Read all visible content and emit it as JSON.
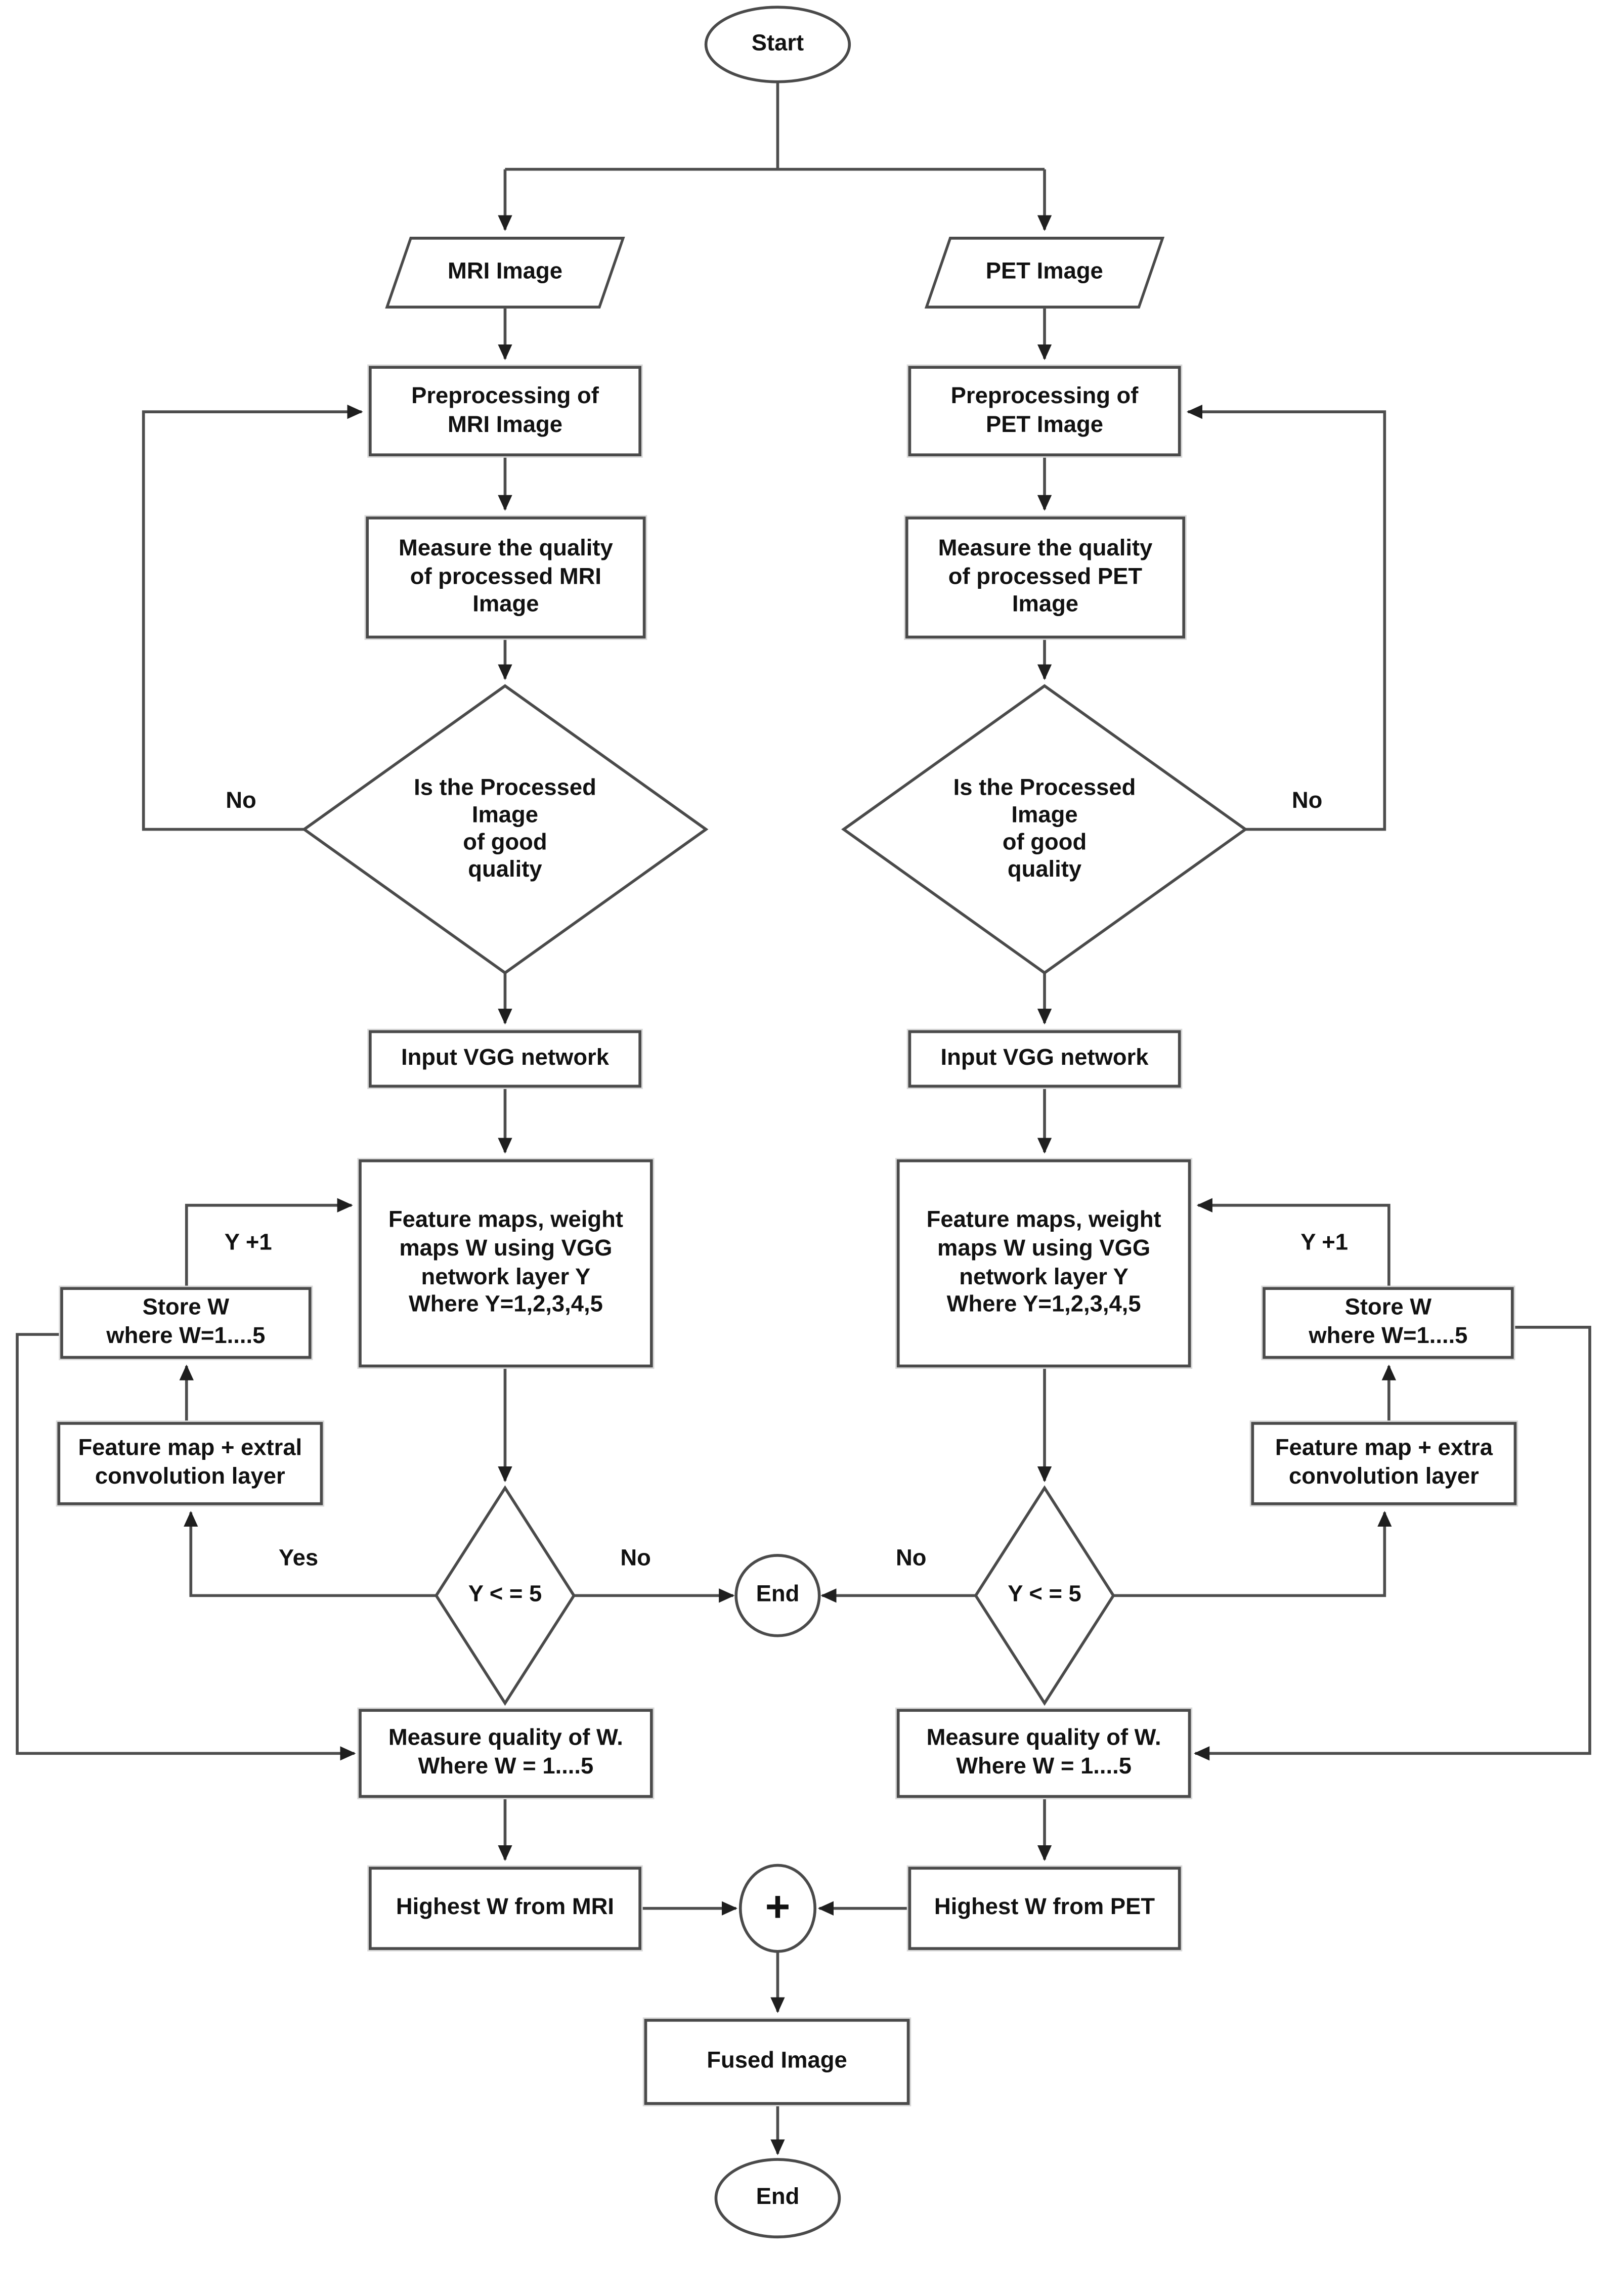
{
  "diagram": {
    "type": "flowchart",
    "colors": {
      "background": "#ffffff",
      "line": "#4d4d4d",
      "border": "#4a4a4a",
      "text": "#111111"
    },
    "nodes": {
      "start": {
        "shape": "terminator",
        "label": "Start"
      },
      "mri_input": {
        "shape": "parallelogram",
        "label": "MRI Image"
      },
      "pet_input": {
        "shape": "parallelogram",
        "label": "PET Image"
      },
      "preprocess_mri": {
        "shape": "process",
        "label": "Preprocessing of\nMRI Image"
      },
      "preprocess_pet": {
        "shape": "process",
        "label": "Preprocessing of\nPET Image"
      },
      "measure_mri": {
        "shape": "process",
        "label": "Measure the quality\nof processed MRI\nImage"
      },
      "measure_pet": {
        "shape": "process",
        "label": "Measure the quality\nof processed PET\nImage"
      },
      "quality_decision_mri": {
        "shape": "decision",
        "label": "Is the Processed\nImage\nof good\nquality"
      },
      "quality_decision_pet": {
        "shape": "decision",
        "label": "Is the Processed\nImage\nof good\nquality"
      },
      "input_vgg_mri": {
        "shape": "process",
        "label": "Input VGG network"
      },
      "input_vgg_pet": {
        "shape": "process",
        "label": "Input VGG network"
      },
      "feature_maps_mri": {
        "shape": "process",
        "label": "Feature maps, weight\nmaps W using VGG\nnetwork layer Y\nWhere Y=1,2,3,4,5"
      },
      "feature_maps_pet": {
        "shape": "process",
        "label": "Feature maps, weight\nmaps W using VGG\nnetwork layer Y\nWhere Y=1,2,3,4,5"
      },
      "store_w_mri": {
        "shape": "process",
        "label": "Store W\nwhere W=1....5"
      },
      "store_w_pet": {
        "shape": "process",
        "label": "Store W\nwhere W=1....5"
      },
      "extra_conv_mri": {
        "shape": "process",
        "label": "Feature map + extral\nconvolution layer"
      },
      "extra_conv_pet": {
        "shape": "process",
        "label": "Feature map + extra\nconvolution layer"
      },
      "y_decision_mri": {
        "shape": "decision",
        "label": "Y < = 5"
      },
      "y_decision_pet": {
        "shape": "decision",
        "label": "Y < = 5"
      },
      "end_middle": {
        "shape": "terminator",
        "label": "End"
      },
      "measure_w_mri": {
        "shape": "process",
        "label": "Measure quality of W.\nWhere W = 1....5"
      },
      "measure_w_pet": {
        "shape": "process",
        "label": "Measure quality of W.\nWhere W = 1....5"
      },
      "highest_w_mri": {
        "shape": "process",
        "label": "Highest W from MRI"
      },
      "highest_w_pet": {
        "shape": "process",
        "label": "Highest W from PET"
      },
      "fusion_plus": {
        "shape": "summing-junction",
        "label": "+"
      },
      "fused_image": {
        "shape": "process",
        "label": "Fused Image"
      },
      "end_bottom": {
        "shape": "terminator",
        "label": "End"
      }
    },
    "edge_labels": {
      "no_loop_mri": "No",
      "no_loop_pet": "No",
      "y_plus_1_mri": "Y +1",
      "y_plus_1_pet": "Y +1",
      "yes_mri": "Yes",
      "no_to_end_mri": "No",
      "no_to_end_pet": "No"
    }
  }
}
